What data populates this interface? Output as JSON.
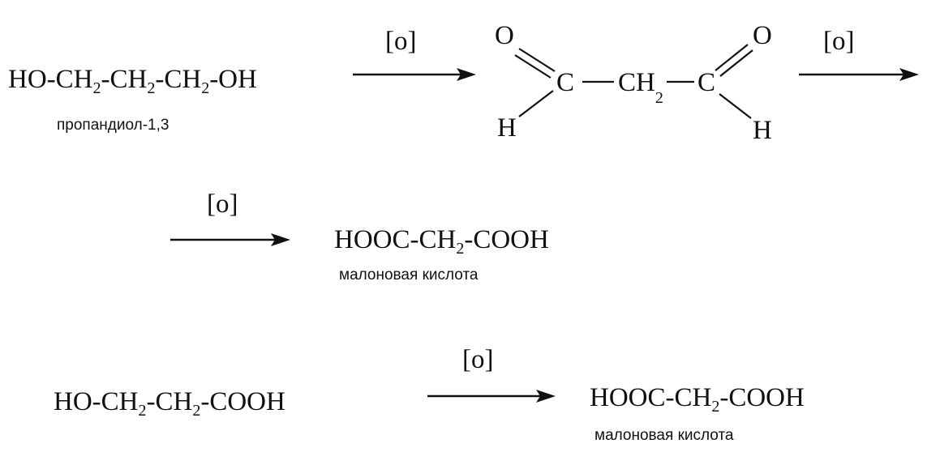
{
  "reaction1": {
    "reactant": {
      "parts": [
        "HO-CH",
        "2",
        "-CH",
        "2",
        "-CH",
        "2",
        "-OH"
      ],
      "name": "пропандиол-1,3"
    },
    "reagent1": "[o]",
    "dialdehyde": {
      "atoms": {
        "o_left": "O",
        "h_left": "H",
        "c_left": "C",
        "ch": "CH",
        "ch_sub": "2",
        "c_right": "C",
        "o_right": "O",
        "h_right": "H"
      }
    },
    "reagent2": "[o]",
    "reagent3": "[o]",
    "product": {
      "parts": [
        "HOOC-CH",
        "2",
        "-COOH"
      ],
      "name": "малоновая кислота"
    }
  },
  "reaction2": {
    "reactant": {
      "parts": [
        "HO-CH",
        "2",
        "-CH",
        "2",
        "-COOH"
      ]
    },
    "reagent": "[o]",
    "product": {
      "parts": [
        "HOOC-CH",
        "2",
        "-COOH"
      ],
      "name": "малоновая кислота"
    }
  }
}
